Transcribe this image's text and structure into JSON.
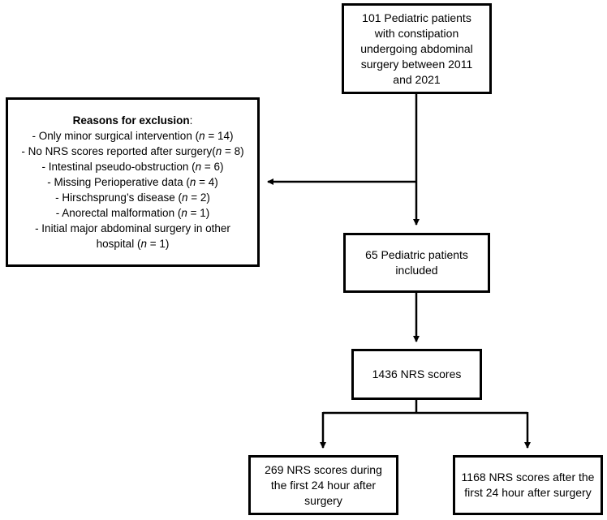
{
  "boxes": {
    "start": {
      "lines": [
        "101 Pediatric patients",
        "with constipation",
        "undergoing abdominal",
        "surgery between 2011",
        "and 2021"
      ]
    },
    "exclusion": {
      "title": "Reasons for exclusion",
      "title_suffix": ":",
      "items": [
        {
          "text": "- Only minor surgical intervention (",
          "n": "n",
          "rest": " = 14)"
        },
        {
          "text": "- No NRS scores reported after surgery(",
          "n": "n",
          "rest": " = 8)"
        },
        {
          "text": "- Intestinal pseudo-obstruction (",
          "n": "n",
          "rest": " = 6)"
        },
        {
          "text": "- Missing Perioperative data (",
          "n": "n",
          "rest": " = 4)"
        },
        {
          "text": "- Hirschsprung’s disease (",
          "n": "n",
          "rest": " = 2)"
        },
        {
          "text": "- Anorectal malformation (",
          "n": "n",
          "rest": " = 1)"
        },
        {
          "text": "- Initial major abdominal surgery in other",
          "n": "",
          "rest": ""
        },
        {
          "text": "hospital (",
          "n": "n",
          "rest": " = 1)"
        }
      ]
    },
    "included": {
      "lines": [
        "65 Pediatric patients",
        "included"
      ]
    },
    "scores": {
      "lines": [
        "1436 NRS scores"
      ]
    },
    "first24": {
      "lines": [
        "269 NRS scores during",
        "the first 24 hour after",
        "surgery"
      ]
    },
    "after24": {
      "lines": [
        "1168 NRS scores after the",
        "first 24 hour after surgery"
      ]
    }
  }
}
